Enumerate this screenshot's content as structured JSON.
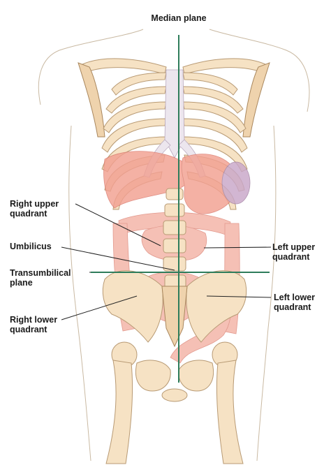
{
  "labels": {
    "median_plane": "Median plane",
    "right_upper_quadrant": [
      "Right upper",
      "quadrant"
    ],
    "umbilicus": "Umbilicus",
    "transumbilical_plane": [
      "Transumbilical",
      "plane"
    ],
    "right_lower_quadrant": [
      "Right lower",
      "quadrant"
    ],
    "left_upper_quadrant": [
      "Left upper",
      "quadrant"
    ],
    "left_lower_quadrant": [
      "Left lower",
      "quadrant"
    ]
  },
  "colors": {
    "plane_lines": "#2e7d5b",
    "bone": "#f6e2c4",
    "organ": "#f2a091",
    "spleen": "#c9a7c9"
  }
}
